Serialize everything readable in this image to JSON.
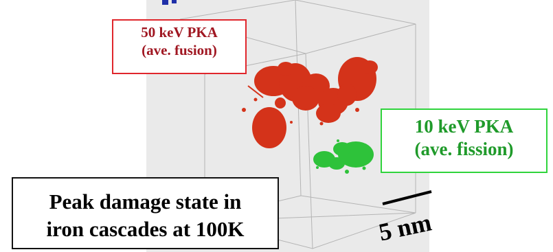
{
  "labels": {
    "pka50": {
      "line1": "50 keV PKA",
      "line2": "(ave. fusion)"
    },
    "pka10": {
      "line1": "10 keV PKA",
      "line2": "(ave. fission)"
    },
    "caption": {
      "line1": "Peak damage state in",
      "line2": "iron cascades at 100K"
    },
    "scale_bar": "5 nm"
  },
  "colors": {
    "cascade_50kev": "#d4331a",
    "cascade_10kev": "#2ec23a",
    "pka50_border": "#e0262c",
    "pka10_border": "#2fd43c",
    "title_fragment": "#1f2fa8"
  }
}
